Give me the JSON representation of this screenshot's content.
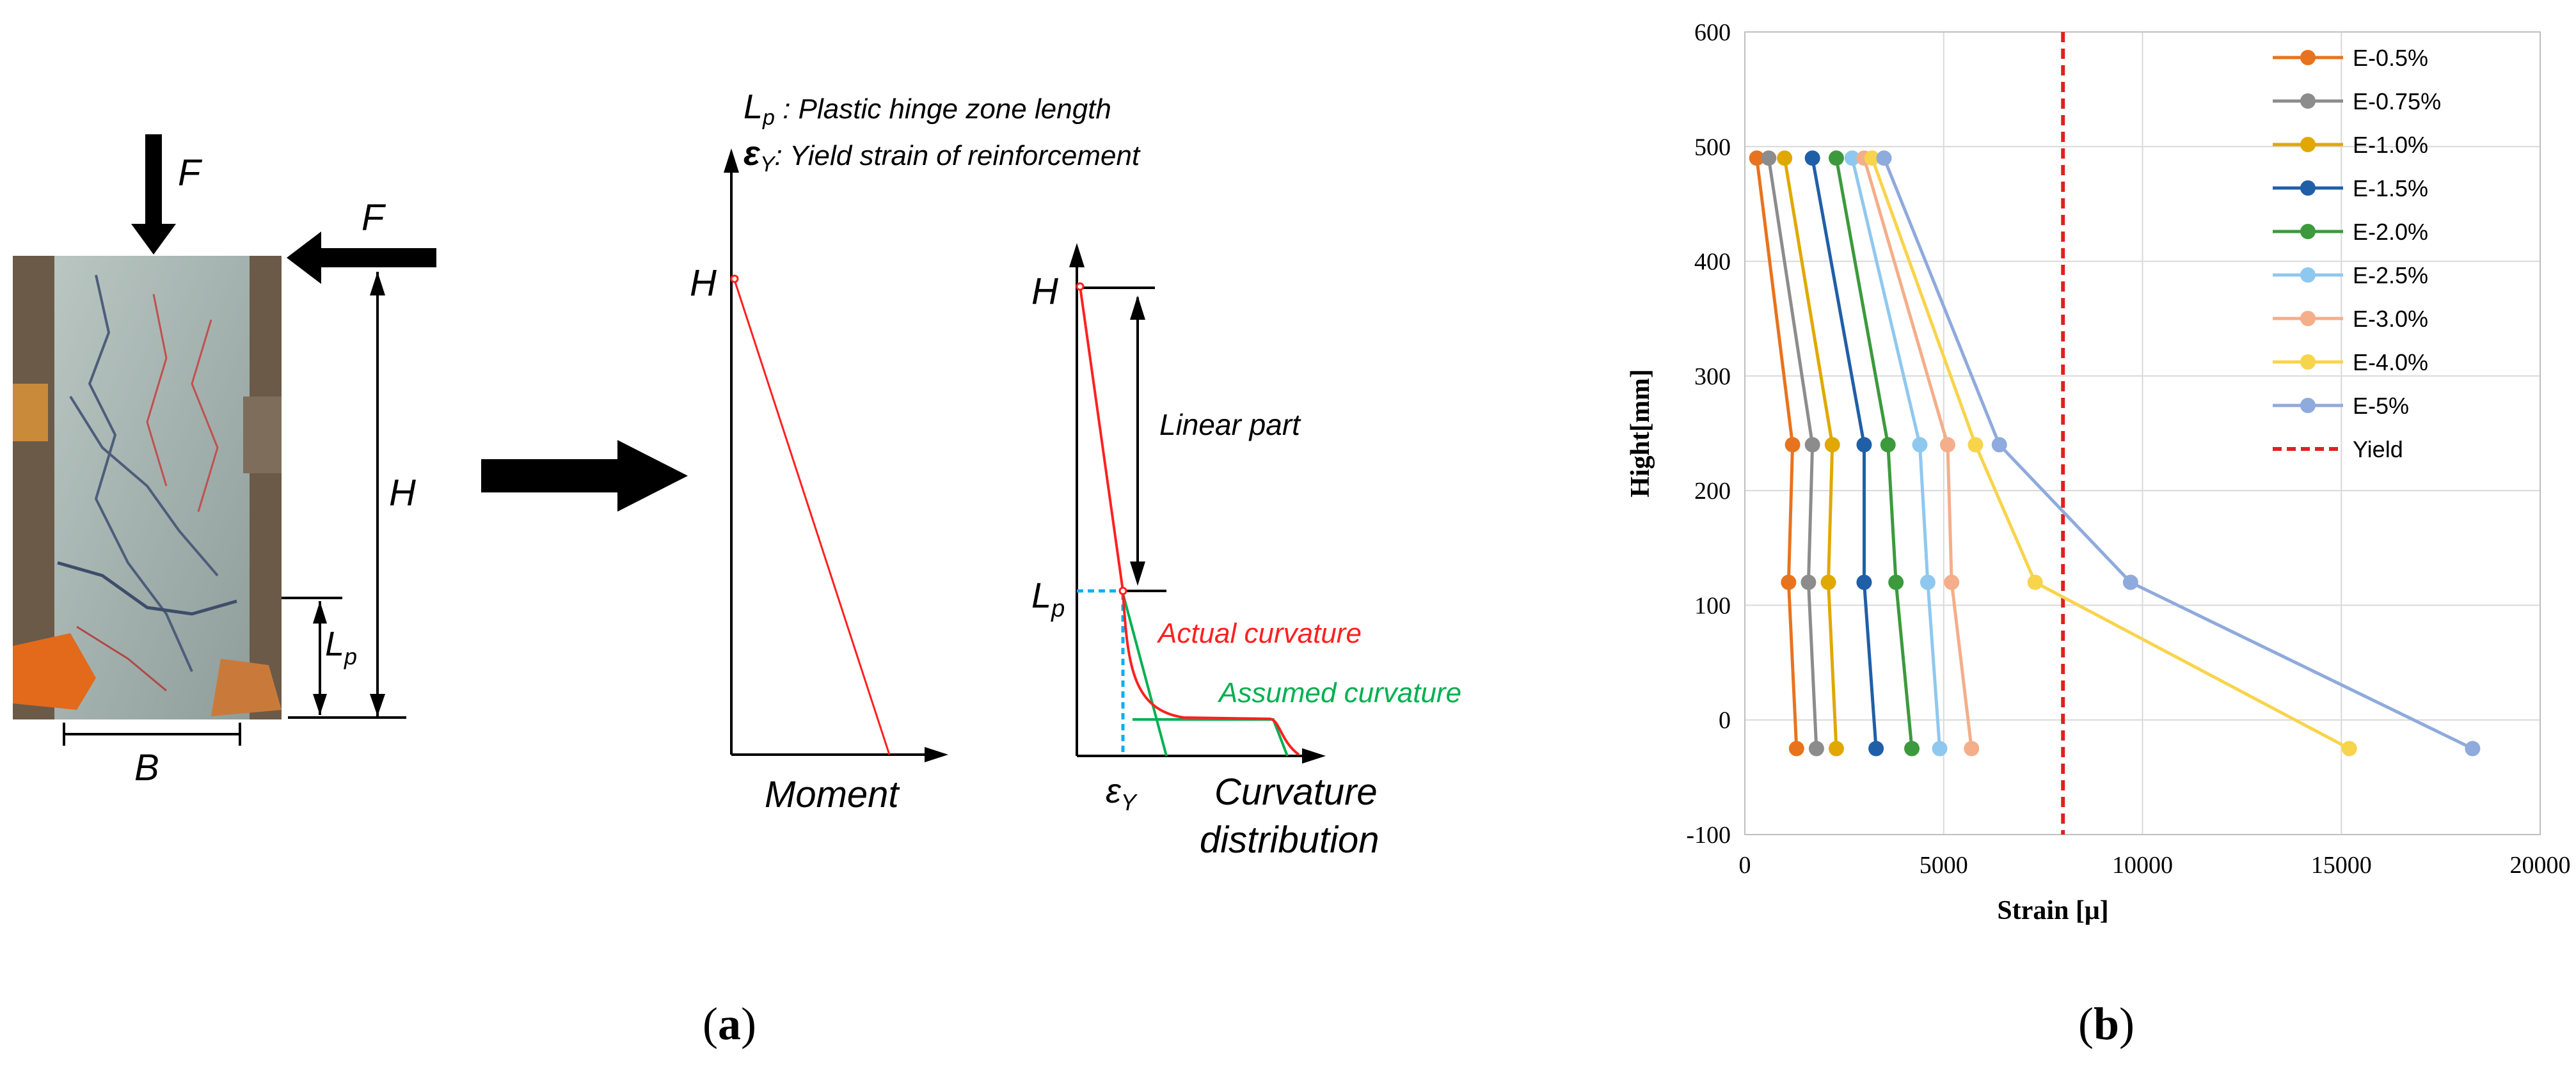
{
  "panel_a": {
    "label_open": "(",
    "label_letter": "a",
    "label_close": ")",
    "legend_lp": "L",
    "legend_lp_sub": "p",
    "legend_lp_text": " : Plastic hinge zone length",
    "legend_ey": "ε",
    "legend_ey_sub": "Y",
    "legend_ey_text": ": Yield strain of reinforcement",
    "force_top": "F",
    "force_side": "F",
    "height_label": "H",
    "lp_label": "L",
    "lp_sub": "p",
    "width_label": "B",
    "moment_h": "H",
    "moment_xlabel": "Moment",
    "curv_h": "H",
    "curv_linear": "Linear part",
    "curv_lp": "L",
    "curv_lp_sub": "p",
    "curv_actual": "Actual curvature",
    "curv_assumed": "Assumed curvature",
    "curv_ey": "ε",
    "curv_ey_sub": "Y",
    "curv_xlabel_1": "Curvature",
    "curv_xlabel_2": "distribution",
    "colors": {
      "actual": "#ff2020",
      "assumed": "#00b050",
      "dashed": "#00b0f0"
    }
  },
  "panel_b": {
    "label_open": "(",
    "label_letter": "b",
    "label_close": ")"
  },
  "chart_data": {
    "type": "line",
    "xlabel": "Strain [μ]",
    "ylabel": "Hight[mm]",
    "xlim": [
      0,
      20000
    ],
    "ylim": [
      -100,
      600
    ],
    "xticks": [
      "0",
      "5000",
      "10000",
      "15000",
      "20000"
    ],
    "yticks": [
      "-100",
      "0",
      "100",
      "200",
      "300",
      "400",
      "500",
      "600"
    ],
    "grid": true,
    "legend_position": "top-right",
    "y_levels": [
      490,
      240,
      120,
      -25
    ],
    "series": [
      {
        "name": "E-0.5%",
        "color": "#e8731e",
        "x": [
          300,
          1200,
          1100,
          1300
        ]
      },
      {
        "name": "E-0.75%",
        "color": "#8c8c8c",
        "x": [
          600,
          1700,
          1600,
          1800
        ]
      },
      {
        "name": "E-1.0%",
        "color": "#e0a800",
        "x": [
          1000,
          2200,
          2100,
          2300
        ]
      },
      {
        "name": "E-1.5%",
        "color": "#1f5fa8",
        "x": [
          1700,
          3000,
          3000,
          3300
        ]
      },
      {
        "name": "E-2.0%",
        "color": "#3c9a3c",
        "x": [
          2300,
          3600,
          3800,
          4200
        ]
      },
      {
        "name": "E-2.5%",
        "color": "#8fc8ef",
        "x": [
          2700,
          4400,
          4600,
          4900
        ]
      },
      {
        "name": "E-3.0%",
        "color": "#f4ae8a",
        "x": [
          3000,
          5100,
          5200,
          5700
        ]
      },
      {
        "name": "E-4.0%",
        "color": "#f8d44c",
        "x": [
          3200,
          5800,
          7300,
          15200
        ]
      },
      {
        "name": "E-5%",
        "color": "#8faadc",
        "x": [
          3500,
          6400,
          9700,
          18300
        ]
      }
    ],
    "reference_line": {
      "name": "Yield",
      "x": 8000,
      "color": "#e02020"
    }
  }
}
